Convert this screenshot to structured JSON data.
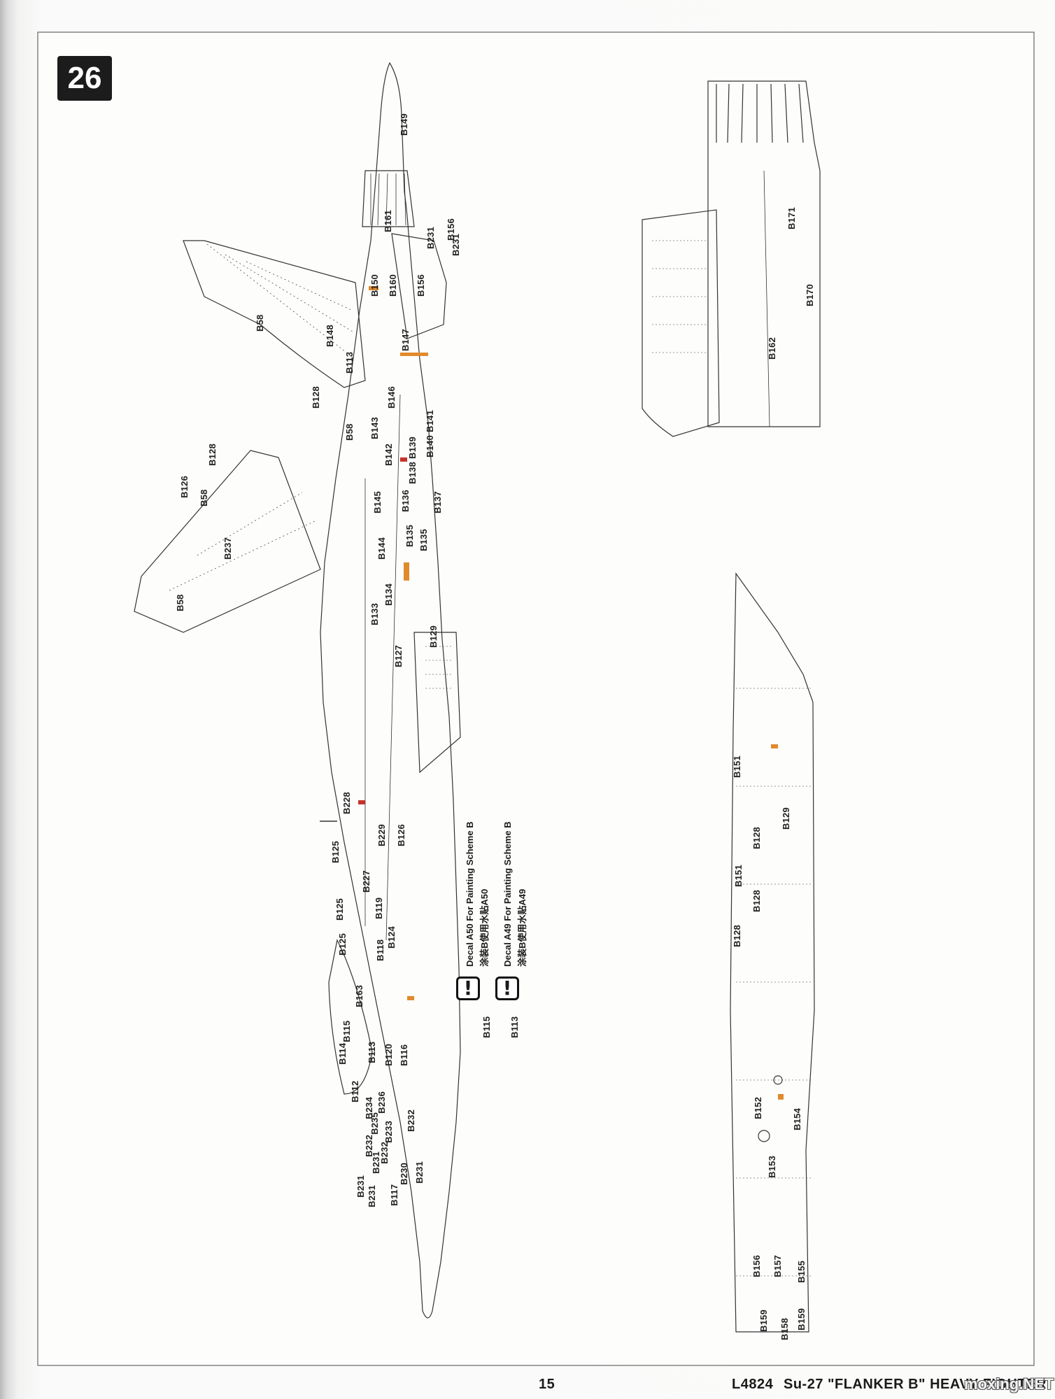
{
  "step": {
    "number": "26"
  },
  "callouts": [
    "B149",
    "B161",
    "B231",
    "B156",
    "B231",
    "B150",
    "B160",
    "B156",
    "B58",
    "B148",
    "B113",
    "B147",
    "B128",
    "B146",
    "B58",
    "B143",
    "B141",
    "B142",
    "B139",
    "B140",
    "B138",
    "B136",
    "B137",
    "B145",
    "B135",
    "B135",
    "B144",
    "B128",
    "B126",
    "B58",
    "B237",
    "B58",
    "B134",
    "B133",
    "B129",
    "B127",
    "B228",
    "B229",
    "B126",
    "B125",
    "B227",
    "B119",
    "B125",
    "B124",
    "B118",
    "B125",
    "B163",
    "B115",
    "B114",
    "B113",
    "B120",
    "B116",
    "B112",
    "B236",
    "B234",
    "B235",
    "B232",
    "B232",
    "B231",
    "B233",
    "B232",
    "B230",
    "B231",
    "B231",
    "B231",
    "B117",
    "B171",
    "B170",
    "B162",
    "B151",
    "B129",
    "B128",
    "B151",
    "B128",
    "B128",
    "B152",
    "B154",
    "B153",
    "B156",
    "B157",
    "B155",
    "B159",
    "B158",
    "B159"
  ],
  "notes": [
    {
      "text": "Decal A50 For Painting Scheme B",
      "text_cn": "涂装B使用水贴A50",
      "icon": "warning-icon",
      "part": "B115"
    },
    {
      "text": "Decal A49 For Painting Scheme B",
      "text_cn": "涂装B使用水贴A49",
      "icon": "warning-icon",
      "part": "B113"
    }
  ],
  "footer": {
    "page_number": "15",
    "model": "L4824",
    "title": "Su-27 \"FLANKER B\" HEAVY FIGHTER"
  },
  "watermark": "moxing.NET",
  "colors": {
    "ink": "#1a1a1a",
    "accent_orange": "#e08a2c",
    "accent_red": "#c4332a",
    "badge": "#1c1c1c"
  }
}
